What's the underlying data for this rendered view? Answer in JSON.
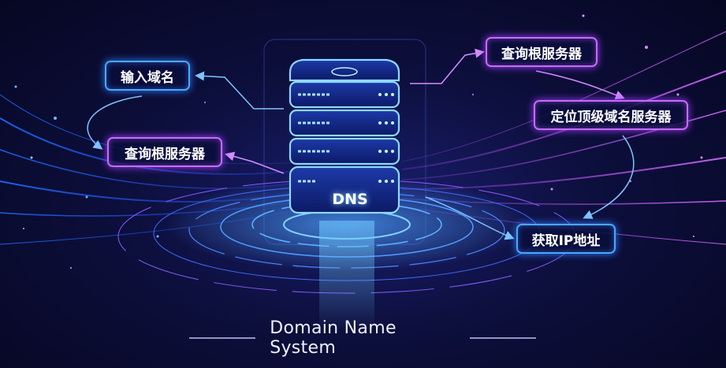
{
  "labels": {
    "input_domain": "输入域名",
    "query_root_left": "查询根服务器",
    "query_root_right": "查询根服务器",
    "locate_tld": "定位顶级域名服务器",
    "get_ip": "获取IP地址"
  },
  "server": {
    "text": "DNS"
  },
  "footer": {
    "title": "Domain Name System"
  },
  "colors": {
    "background": "#0d0f3d",
    "blue_glow": "#4aa8ff",
    "purple_glow": "#c76bff",
    "server_glow": "#6fc8ff"
  }
}
